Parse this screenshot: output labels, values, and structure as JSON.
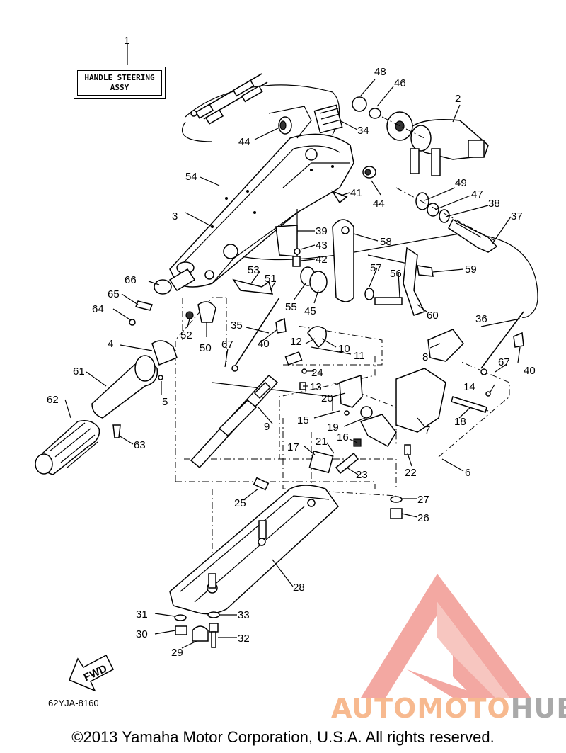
{
  "title_box": {
    "line1": "HANDLE STEERING",
    "line2": "ASSY"
  },
  "callouts": [
    {
      "id": "c1",
      "n": "1"
    },
    {
      "id": "c2",
      "n": "2"
    },
    {
      "id": "c3",
      "n": "3"
    },
    {
      "id": "c4",
      "n": "4"
    },
    {
      "id": "c5",
      "n": "5"
    },
    {
      "id": "c6",
      "n": "6"
    },
    {
      "id": "c7",
      "n": "7"
    },
    {
      "id": "c8",
      "n": "8"
    },
    {
      "id": "c9",
      "n": "9"
    },
    {
      "id": "c10",
      "n": "10"
    },
    {
      "id": "c11",
      "n": "11"
    },
    {
      "id": "c12",
      "n": "12"
    },
    {
      "id": "c13",
      "n": "13"
    },
    {
      "id": "c14",
      "n": "14"
    },
    {
      "id": "c15",
      "n": "15"
    },
    {
      "id": "c16",
      "n": "16"
    },
    {
      "id": "c17",
      "n": "17"
    },
    {
      "id": "c18",
      "n": "18"
    },
    {
      "id": "c19",
      "n": "19"
    },
    {
      "id": "c20",
      "n": "20"
    },
    {
      "id": "c21",
      "n": "21"
    },
    {
      "id": "c22",
      "n": "22"
    },
    {
      "id": "c23",
      "n": "23"
    },
    {
      "id": "c24",
      "n": "24"
    },
    {
      "id": "c25",
      "n": "25"
    },
    {
      "id": "c26",
      "n": "26"
    },
    {
      "id": "c27",
      "n": "27"
    },
    {
      "id": "c28",
      "n": "28"
    },
    {
      "id": "c29",
      "n": "29"
    },
    {
      "id": "c30",
      "n": "30"
    },
    {
      "id": "c31",
      "n": "31"
    },
    {
      "id": "c32",
      "n": "32"
    },
    {
      "id": "c33",
      "n": "33"
    },
    {
      "id": "c34",
      "n": "34"
    },
    {
      "id": "c35",
      "n": "35"
    },
    {
      "id": "c36",
      "n": "36"
    },
    {
      "id": "c37",
      "n": "37"
    },
    {
      "id": "c38",
      "n": "38"
    },
    {
      "id": "c39",
      "n": "39"
    },
    {
      "id": "c40a",
      "n": "40"
    },
    {
      "id": "c40b",
      "n": "40"
    },
    {
      "id": "c41",
      "n": "41"
    },
    {
      "id": "c42",
      "n": "42"
    },
    {
      "id": "c43",
      "n": "43"
    },
    {
      "id": "c44a",
      "n": "44"
    },
    {
      "id": "c44b",
      "n": "44"
    },
    {
      "id": "c45",
      "n": "45"
    },
    {
      "id": "c46",
      "n": "46"
    },
    {
      "id": "c47",
      "n": "47"
    },
    {
      "id": "c48",
      "n": "48"
    },
    {
      "id": "c49",
      "n": "49"
    },
    {
      "id": "c50",
      "n": "50"
    },
    {
      "id": "c51",
      "n": "51"
    },
    {
      "id": "c52",
      "n": "52"
    },
    {
      "id": "c53",
      "n": "53"
    },
    {
      "id": "c54",
      "n": "54"
    },
    {
      "id": "c55",
      "n": "55"
    },
    {
      "id": "c56",
      "n": "56"
    },
    {
      "id": "c57",
      "n": "57"
    },
    {
      "id": "c58",
      "n": "58"
    },
    {
      "id": "c59",
      "n": "59"
    },
    {
      "id": "c60",
      "n": "60"
    },
    {
      "id": "c61",
      "n": "61"
    },
    {
      "id": "c62",
      "n": "62"
    },
    {
      "id": "c63",
      "n": "63"
    },
    {
      "id": "c64",
      "n": "64"
    },
    {
      "id": "c65",
      "n": "65"
    },
    {
      "id": "c66",
      "n": "66"
    },
    {
      "id": "c67a",
      "n": "67"
    },
    {
      "id": "c67b",
      "n": "67"
    }
  ],
  "fwd_label": "FWD",
  "catalog_code": "62YJA-8160",
  "watermark": {
    "part1": "AUTOMOTO",
    "part2": "HUB",
    "color1": "#f7b98f",
    "color2": "#a9a9a9",
    "logo_color": "#f08080"
  },
  "copyright": "©2013 Yamaha Motor Corporation, U.S.A. All rights reserved."
}
